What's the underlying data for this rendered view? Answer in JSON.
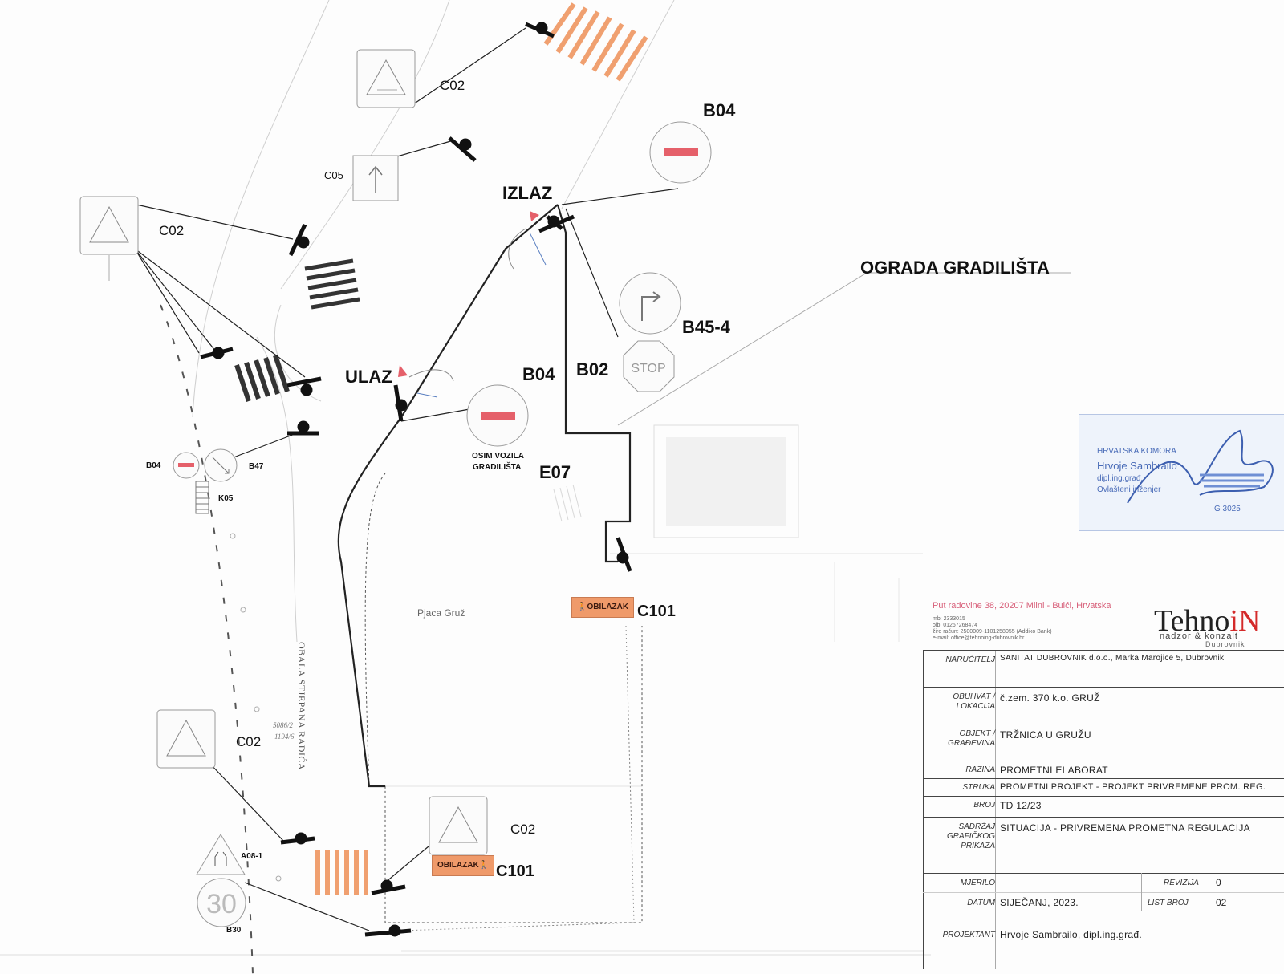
{
  "labels": {
    "c02_top": "C02",
    "c05": "C05",
    "c02_left": "C02",
    "b04_top": "B04",
    "izlaz": "IZLAZ",
    "ograda": "OGRADA GRADILIŠTA",
    "b45": "B45-4",
    "b04_mid": "B04",
    "b02": "B02",
    "ulaz": "ULAZ",
    "osim1": "OSIM VOZILA",
    "osim2": "GRADILIŠTA",
    "e07": "E07",
    "b04_small": "B04",
    "b47": "B47",
    "k05": "K05",
    "c101_top": "C101",
    "pjaca": "Pjaca Gruž",
    "street": "OBALA STJEPANA RADIĆA",
    "c02_bottom_left": "C02",
    "c02_bottom": "C02",
    "a08": "A08-1",
    "c101_bottom": "C101",
    "b30": "B30",
    "obilazak": "OBILAZAK",
    "stop": "STOP",
    "speed": "30",
    "parcel": "5086/2",
    "parcel2": "1194/6"
  },
  "company": {
    "address": "Put radovine 38, 20207 Mlini - Buići, Hrvatska",
    "logo_main": "Tehno",
    "logo_accent": "iN",
    "logo_sub": "nadzor & konzalt",
    "logo_city": "Dubrovnik",
    "info": [
      "mb: 2333015",
      "oib: 01267268474",
      "žiro račun: 2500009-1101258055 (Addiko Bank)",
      "e-mail: office@tehnoing-dubrovnik.hr"
    ]
  },
  "stamp": {
    "line1": "HRVATSKA KOMORA",
    "line2": "Hrvoje Sambrailo",
    "line3": "dipl.ing.građ.",
    "line4": "Ovlašteni inženjer",
    "code": "G 3025"
  },
  "title_block": {
    "rows": [
      {
        "key": "NARUČITELJ",
        "value": "SANITAT DUBROVNIK d.o.o., Marka Marojice 5, Dubrovnik"
      },
      {
        "key": "OBUHVAT / LOKACIJA",
        "value": "č.zem.  370 k.o. GRUŽ"
      },
      {
        "key": "OBJEKT / GRAĐEVINA",
        "value": "TRŽNICA U GRUŽU"
      },
      {
        "key": "RAZINA",
        "value": "PROMETNI ELABORAT"
      },
      {
        "key": "STRUKA",
        "value": "PROMETNI PROJEKT - PROJEKT PRIVREMENE PROM. REG."
      },
      {
        "key": "BROJ",
        "value": "TD 12/23"
      },
      {
        "key": "SADRŽAJ GRAFIČKOG PRIKAZA",
        "value": "SITUACIJA - PRIVREMENA PROMETNA REGULACIJA"
      },
      {
        "key": "MJERILO",
        "value": ""
      },
      {
        "key": "DATUM",
        "value": "SIJEČANJ, 2023."
      },
      {
        "key": "PROJEKTANT",
        "value": "Hrvoje Sambrailo, dipl.ing.građ."
      }
    ],
    "revizija_key": "REVIZIJA",
    "revizija_value": "0",
    "list_key": "LIST BROJ",
    "list_value": "02"
  },
  "colors": {
    "sign_red": "#e5606a",
    "crossing_orange": "#f0a070",
    "obilazak_fill": "#ef9a6a",
    "line": "#222222",
    "accent": "#d42a2a"
  }
}
